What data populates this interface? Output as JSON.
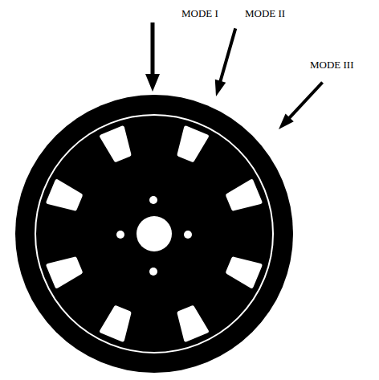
{
  "diagram": {
    "labels": [
      "MODE I",
      "MODE II",
      "MODE III"
    ]
  }
}
